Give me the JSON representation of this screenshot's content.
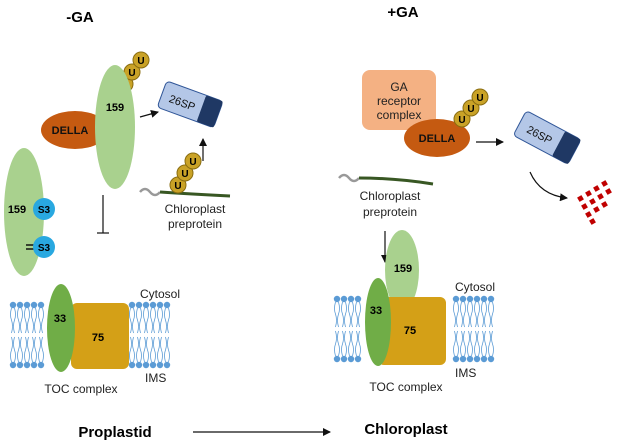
{
  "panels": {
    "minus_ga": {
      "title": "-GA",
      "della": "DELLA",
      "toc159": "159",
      "ubiquitin": [
        "U",
        "U",
        "U"
      ],
      "proteasome": "26SP",
      "preprotein": [
        "Chloroplast",
        "preprotein"
      ],
      "free_toc159": "159",
      "s3_upper": "S3",
      "s3_lower": "S3",
      "toc33": "33",
      "toc75": "75",
      "cytosol": "Cytosol",
      "ims": "IMS",
      "toc_complex": "TOC complex"
    },
    "plus_ga": {
      "title": "+GA",
      "receptor": [
        "GA",
        "receptor",
        "complex"
      ],
      "della": "DELLA",
      "ubiquitin": [
        "U",
        "U",
        "U"
      ],
      "proteasome": "26SP",
      "preprotein": [
        "Chloroplast",
        "preprotein"
      ],
      "toc159": "159",
      "toc33": "33",
      "toc75": "75",
      "cytosol": "Cytosol",
      "ims": "IMS",
      "toc_complex": "TOC complex"
    }
  },
  "footer": {
    "from": "Proplastid",
    "to": "Chloroplast"
  },
  "colors": {
    "toc159": "#a9d18e",
    "toc33": "#70ad47",
    "toc75": "#d4a017",
    "della": "#c55a11",
    "ubiquitin": "#c9a227",
    "proteasome_body": "#b4c7e7",
    "proteasome_cap": "#1f3864",
    "s3": "#29a8e0",
    "receptor": "#f4b183",
    "membrane_head": "#5b9bd5",
    "degraded": "#c00000",
    "preprotein_line": "#385723"
  }
}
